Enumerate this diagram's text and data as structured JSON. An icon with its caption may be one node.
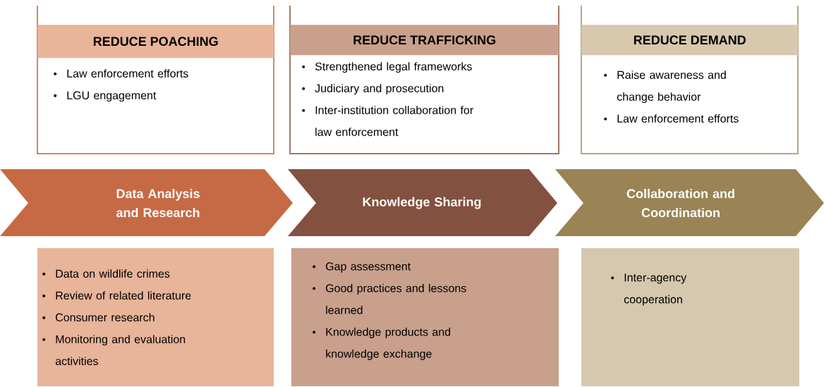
{
  "diagram": {
    "nodes": [
      {
        "text": [
          "Law enforcement efforts",
          "LGU engagement"
        ]
      },
      {
        "text": [
          "REDUCE POACHING"
        ],
        "in": 0
      },
      {
        "text": [
          "Strengthened legal frameworks",
          "Judiciary and prosecution",
          "Inter-institution collaboration for law enforcement"
        ]
      },
      {
        "text": [
          "REDUCE TRAFFICKING"
        ],
        "in": 2
      },
      {
        "text": [
          "Raise awareness and change behavior",
          "Law enforcement efforts"
        ]
      },
      {
        "text": [
          "REDUCE DEMAND"
        ],
        "in": 4
      },
      {
        "text": [
          "Data Analysis and Research"
        ]
      },
      {
        "text": [
          "Knowledge Sharing"
        ]
      },
      {
        "text": [
          "Collaboration and Coordination"
        ]
      },
      {
        "text": [
          "Data on wildlife crimes",
          "Review of related literature",
          "Consumer research",
          "Monitoring and evaluation activities"
        ]
      },
      {
        "text": [
          "Gap assessment",
          "Good practices and lessons learned",
          "Knowledge products and knowledge exchange"
        ]
      },
      {
        "text": [
          "Inter-agency cooperation"
        ]
      }
    ],
    "edges": []
  }
}
